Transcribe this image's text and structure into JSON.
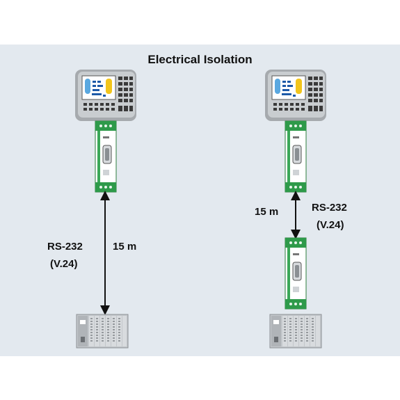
{
  "title": "Electrical Isolation",
  "left": {
    "protocol": "RS-232",
    "standard": "(V.24)",
    "distance": "15 m"
  },
  "right": {
    "protocol": "RS-232",
    "standard": "(V.24)",
    "distance": "15 m"
  },
  "colors": {
    "background_panel": "#e3e9ef",
    "module_green": "#2e9a4a",
    "device_gray": "#b9bdc1",
    "screen_yellow": "#f2c51b",
    "screen_blue": "#5aa8e0"
  }
}
